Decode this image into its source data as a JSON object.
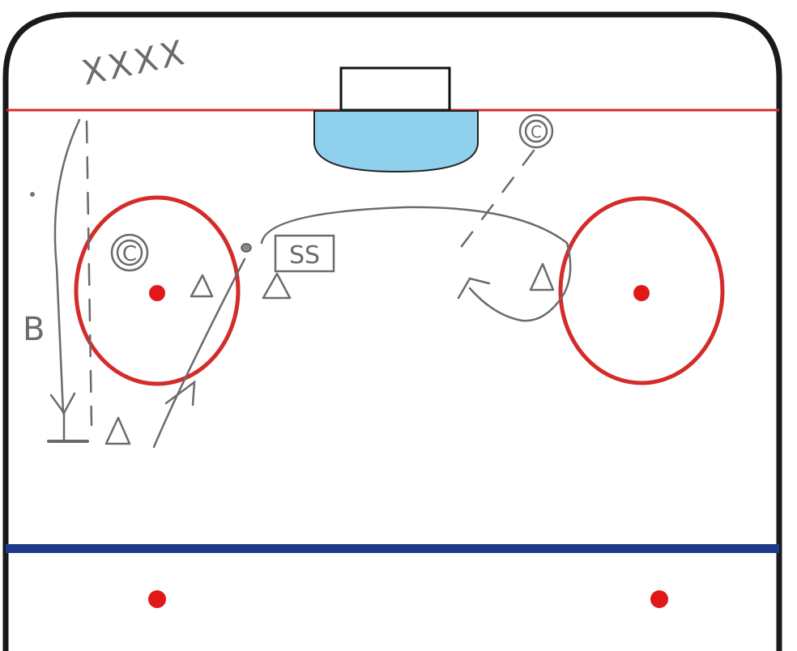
{
  "diagram": {
    "labels": {
      "players_start": "XXXX",
      "backward_skate": "B",
      "coach_left": "C",
      "coach_right": "C",
      "shooter_box": "SS"
    },
    "colors": {
      "boards": "#1a1a1a",
      "goal_line": "#d42b2b",
      "blue_line": "#1f3a8a",
      "faceoff": "#d42b2b",
      "crease": "#8fd0ec",
      "pencil": "#6b6b6b"
    },
    "cones": [
      "cone",
      "cone",
      "cone",
      "cone"
    ]
  }
}
